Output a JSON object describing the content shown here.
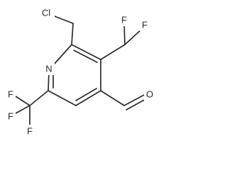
{
  "molecule": {
    "atom_labels": {
      "chlorine": "Cl",
      "nitrogen": "N",
      "fluorine_chf2_left": "F",
      "fluorine_chf2_right": "F",
      "fluorine_cf3_top": "F",
      "fluorine_cf3_left": "F",
      "fluorine_cf3_bottom": "F",
      "oxygen": "O"
    }
  }
}
